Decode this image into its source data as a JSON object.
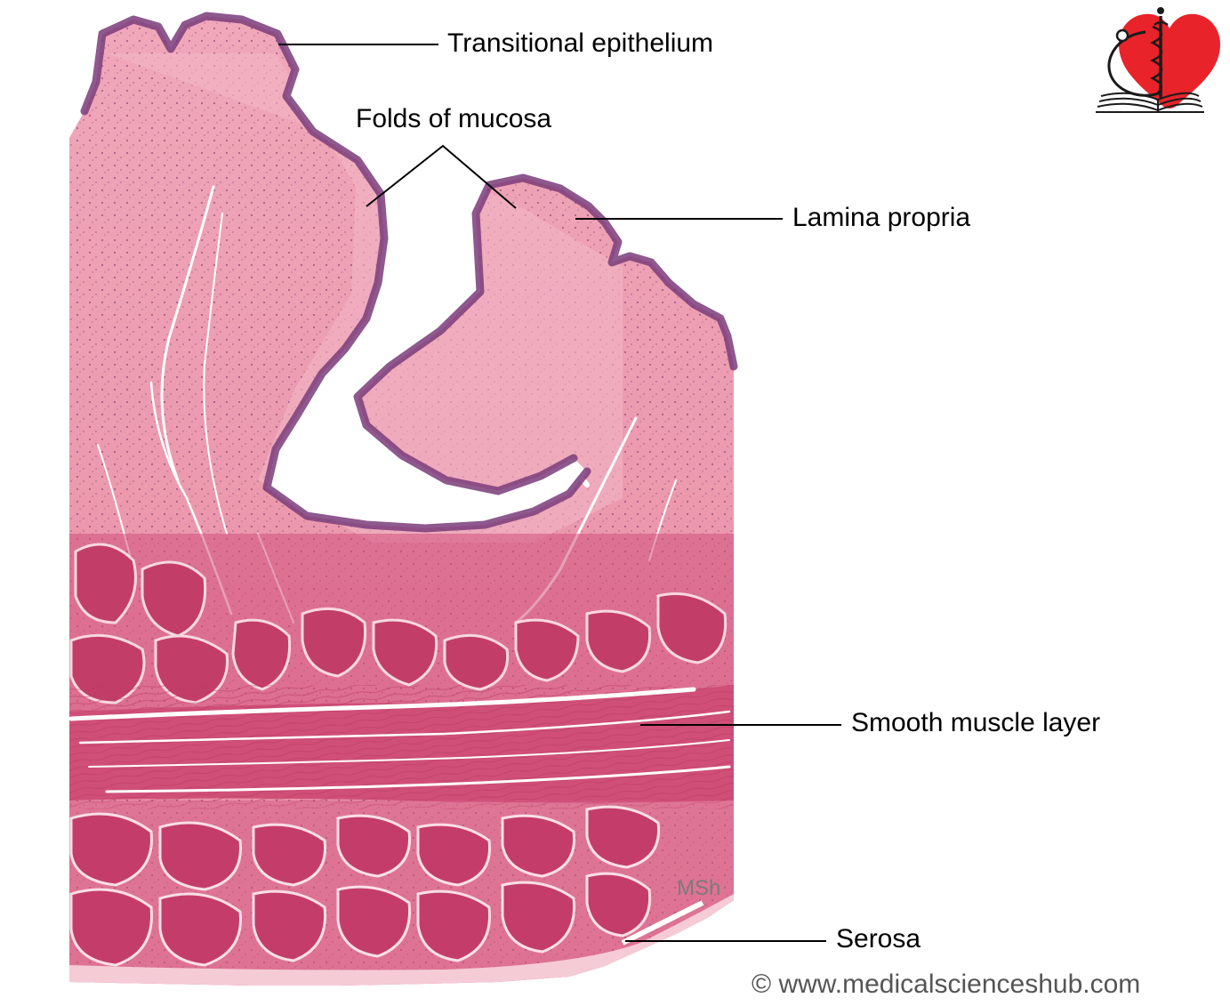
{
  "labels": {
    "transitional_epithelium": "Transitional epithelium",
    "folds_of_mucosa": "Folds of mucosa",
    "lamina_propria": "Lamina propria",
    "smooth_muscle_layer": "Smooth muscle layer",
    "serosa": "Serosa"
  },
  "watermark": "MSh",
  "copyright": "© www.medicalscienceshub.com",
  "logo": {
    "icon": "medical-heart-caduceus-book-logo",
    "heart_color": "#e8232a",
    "ink_color": "#1a1a1a"
  },
  "colors": {
    "tissue_base": "#e8889f",
    "lamina_propria": "#eea2b5",
    "muscle_bundles": "#c9406b",
    "muscle_layer": "#d95a83",
    "epithelium": "#7a3c7a",
    "serosa": "#f3c6d2",
    "lumen": "#ffffff"
  }
}
